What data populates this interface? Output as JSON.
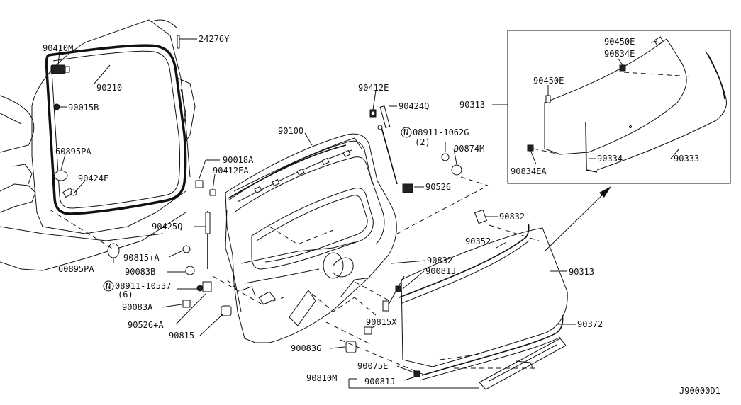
{
  "labels": {
    "l_90410M": "90410M",
    "l_24276Y": "24276Y",
    "l_90210": "90210",
    "l_90015B": "90015B",
    "l_60895PA_1": "60895PA",
    "l_90424E": "90424E",
    "l_60895PA_2": "60895PA",
    "l_90100": "90100",
    "l_90412E": "90412E",
    "l_90424Q": "90424Q",
    "l_08911_1062G": "08911-1062G",
    "l_qty_2": "(2)",
    "l_90874M": "90874M",
    "l_90018A": "90018A",
    "l_90412EA": "90412EA",
    "l_90526": "90526",
    "l_90425Q": "90425Q",
    "l_90815A": "90815+A",
    "l_90083B": "90083B",
    "l_08911_10537": "08911-10537",
    "l_qty_6": "(6)",
    "l_90083A": "90083A",
    "l_90526A": "90526+A",
    "l_90815": "90815",
    "l_90083G": "90083G",
    "l_90810M": "90810M",
    "l_90075E": "90075E",
    "l_90081J_1": "90081J",
    "l_90815X": "90815X",
    "l_90832_1": "90832",
    "l_90081J_2": "90081J",
    "l_90352": "90352",
    "l_90832_2": "90832",
    "l_90313_1": "90313",
    "l_90372": "90372",
    "l_90313_2": "90313",
    "l_90450E_1": "90450E",
    "l_90834E": "90834E",
    "l_90450E_2": "90450E",
    "l_90834EA": "90834EA",
    "l_90334": "90334",
    "l_90333": "90333",
    "l_N1": "N",
    "l_N2": "N",
    "l_diagram_id": "J90000D1"
  }
}
